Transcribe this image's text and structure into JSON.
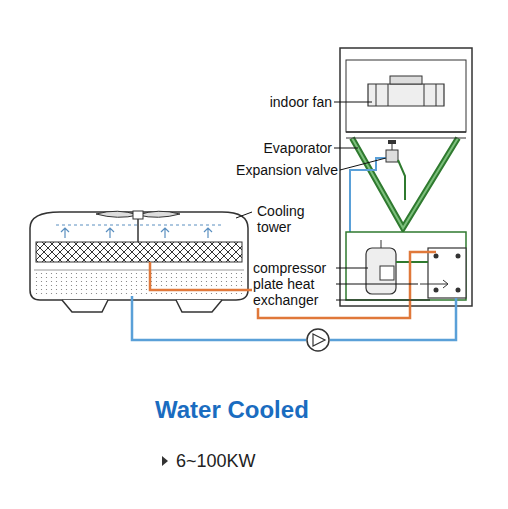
{
  "diagram": {
    "title": "Water Cooled",
    "caption": "6~100KW",
    "labels": [
      "indoor fan",
      "Evaporator",
      "Expansion valve",
      "Cooling tower",
      "compressor",
      "plate heat exchanger"
    ]
  }
}
